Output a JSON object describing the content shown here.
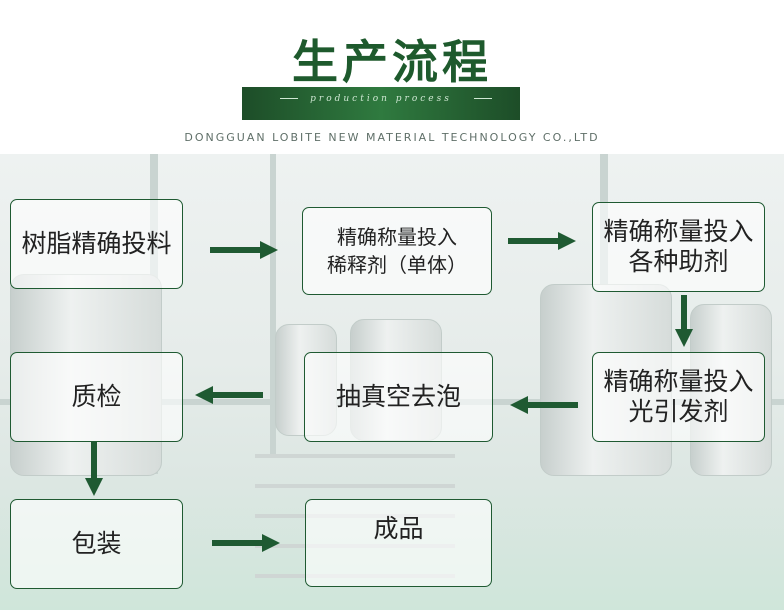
{
  "header": {
    "title": "生产流程",
    "banner": "production process",
    "subtitle": "DONGGUAN LOBITE NEW MATERIAL TECHNOLOGY CO.,LTD"
  },
  "steps": {
    "s1": "树脂精确投料",
    "s2a": "精确称量投入",
    "s2b": "稀释剂（单体）",
    "s3": "精确称量投入各种助剂",
    "s4": "精确称量投入光引发剂",
    "s5": "抽真空去泡",
    "s6": "质检",
    "s7": "包装",
    "s8": "成品"
  },
  "colors": {
    "primary": "#1e5a2d",
    "arrow": "#1f5a32"
  }
}
